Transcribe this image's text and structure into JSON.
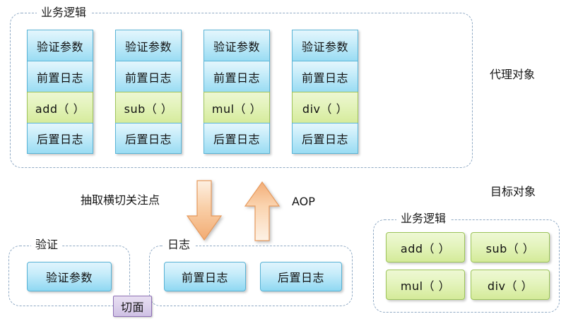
{
  "diagram": {
    "title_visible": false,
    "colors": {
      "blue_fill_top": "#e4f6fd",
      "blue_fill_bottom": "#9adcf3",
      "blue_border": "#5ab4d6",
      "green_fill_top": "#eef7d2",
      "green_fill_bottom": "#d6eb9c",
      "green_border": "#9ec45c",
      "purple_fill": "#ddd2ec",
      "purple_border": "#8d6fb5",
      "dashed_border": "#8fa9c4",
      "arrow_fill": "#f5bd8a",
      "arrow_border": "#e59b5f"
    }
  },
  "proxy_section": {
    "group_label": "业务逻辑",
    "side_label": "代理对象",
    "columns": [
      {
        "cells": [
          {
            "text": "验证参数",
            "kind": "blue"
          },
          {
            "text": "前置日志",
            "kind": "blue"
          },
          {
            "text": "add（ ）",
            "kind": "green"
          },
          {
            "text": "后置日志",
            "kind": "blue"
          }
        ]
      },
      {
        "cells": [
          {
            "text": "验证参数",
            "kind": "blue"
          },
          {
            "text": "前置日志",
            "kind": "blue"
          },
          {
            "text": "sub（ ）",
            "kind": "green"
          },
          {
            "text": "后置日志",
            "kind": "blue"
          }
        ]
      },
      {
        "cells": [
          {
            "text": "验证参数",
            "kind": "blue"
          },
          {
            "text": "前置日志",
            "kind": "blue"
          },
          {
            "text": "mul（ ）",
            "kind": "green"
          },
          {
            "text": "后置日志",
            "kind": "blue"
          }
        ]
      },
      {
        "cells": [
          {
            "text": "验证参数",
            "kind": "blue"
          },
          {
            "text": "前置日志",
            "kind": "blue"
          },
          {
            "text": "div（ ）",
            "kind": "green"
          },
          {
            "text": "后置日志",
            "kind": "blue"
          }
        ]
      }
    ]
  },
  "middle_section": {
    "extract_label": "抽取横切关注点",
    "aop_label": "AOP",
    "down_arrow_name": "down-arrow",
    "up_arrow_name": "up-arrow"
  },
  "aspect_section": {
    "validation_group_label": "验证",
    "logging_group_label": "日志",
    "aspect_badge": "切面",
    "validation_items": [
      {
        "text": "验证参数",
        "kind": "blue"
      }
    ],
    "logging_items": [
      {
        "text": "前置日志",
        "kind": "blue"
      },
      {
        "text": "后置日志",
        "kind": "blue"
      }
    ]
  },
  "target_section": {
    "side_label": "目标对象",
    "group_label": "业务逻辑",
    "methods": [
      {
        "text": "add（ ）",
        "kind": "green"
      },
      {
        "text": "sub（ ）",
        "kind": "green"
      },
      {
        "text": "mul（ ）",
        "kind": "green"
      },
      {
        "text": "div（ ）",
        "kind": "green"
      }
    ]
  }
}
